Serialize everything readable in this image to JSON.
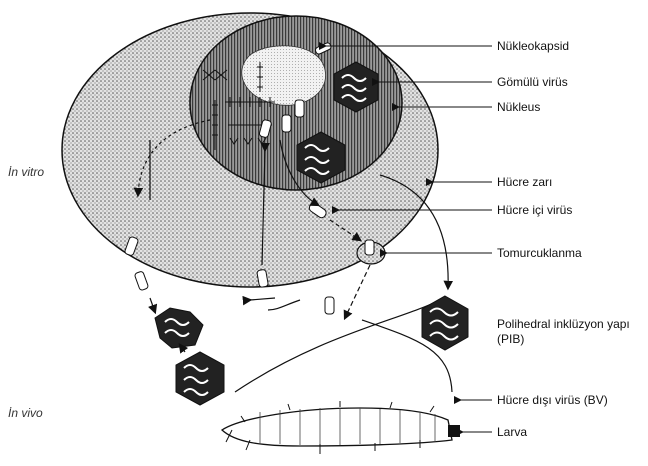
{
  "side_labels": {
    "in_vitro": "İn vitro",
    "in_vivo": "İn vivo"
  },
  "labels": {
    "nukleokapsid": "Nükleokapsid",
    "gomulu_virus": "Gömülü virüs",
    "nukleus": "Nükleus",
    "hucre_zari": "Hücre zarı",
    "hucre_ici_virus": "Hücre içi virüs",
    "tomurcuklanma": "Tomurcuklanma",
    "pib_line1": "Polihedral inklüzyon yapı",
    "pib_line2": "(PIB)",
    "hucre_disi_virus": "Hücre dışı virüs (BV)",
    "larva": "Larva"
  },
  "colors": {
    "ink": "#111111",
    "cell_fill": "#d9d9d9",
    "nucleus_fill": "#8c8c8c",
    "background": "#ffffff"
  }
}
